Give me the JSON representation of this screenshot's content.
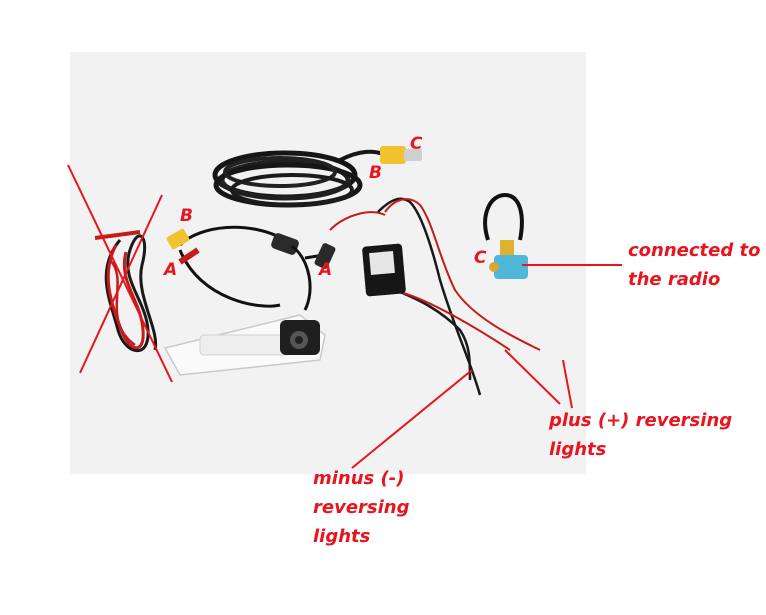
{
  "connector_letters": {
    "c_top": "C",
    "b_top": "B",
    "b_left": "B",
    "a_left": "A",
    "a_right": "A",
    "c_right": "C"
  },
  "annotations": {
    "radio": [
      "connected to",
      "the radio"
    ],
    "plus": [
      "plus (+) reversing",
      "lights"
    ],
    "minus": [
      "minus (-)",
      "reversing",
      "lights"
    ]
  },
  "colors": {
    "annotation": "#e8141e",
    "background": "#ffffff",
    "photo_background": "#f2f2f2",
    "cable": "#1a1a1a",
    "rca_yellow": "#f2c230",
    "adapter_blue": "#4fb8d8"
  }
}
